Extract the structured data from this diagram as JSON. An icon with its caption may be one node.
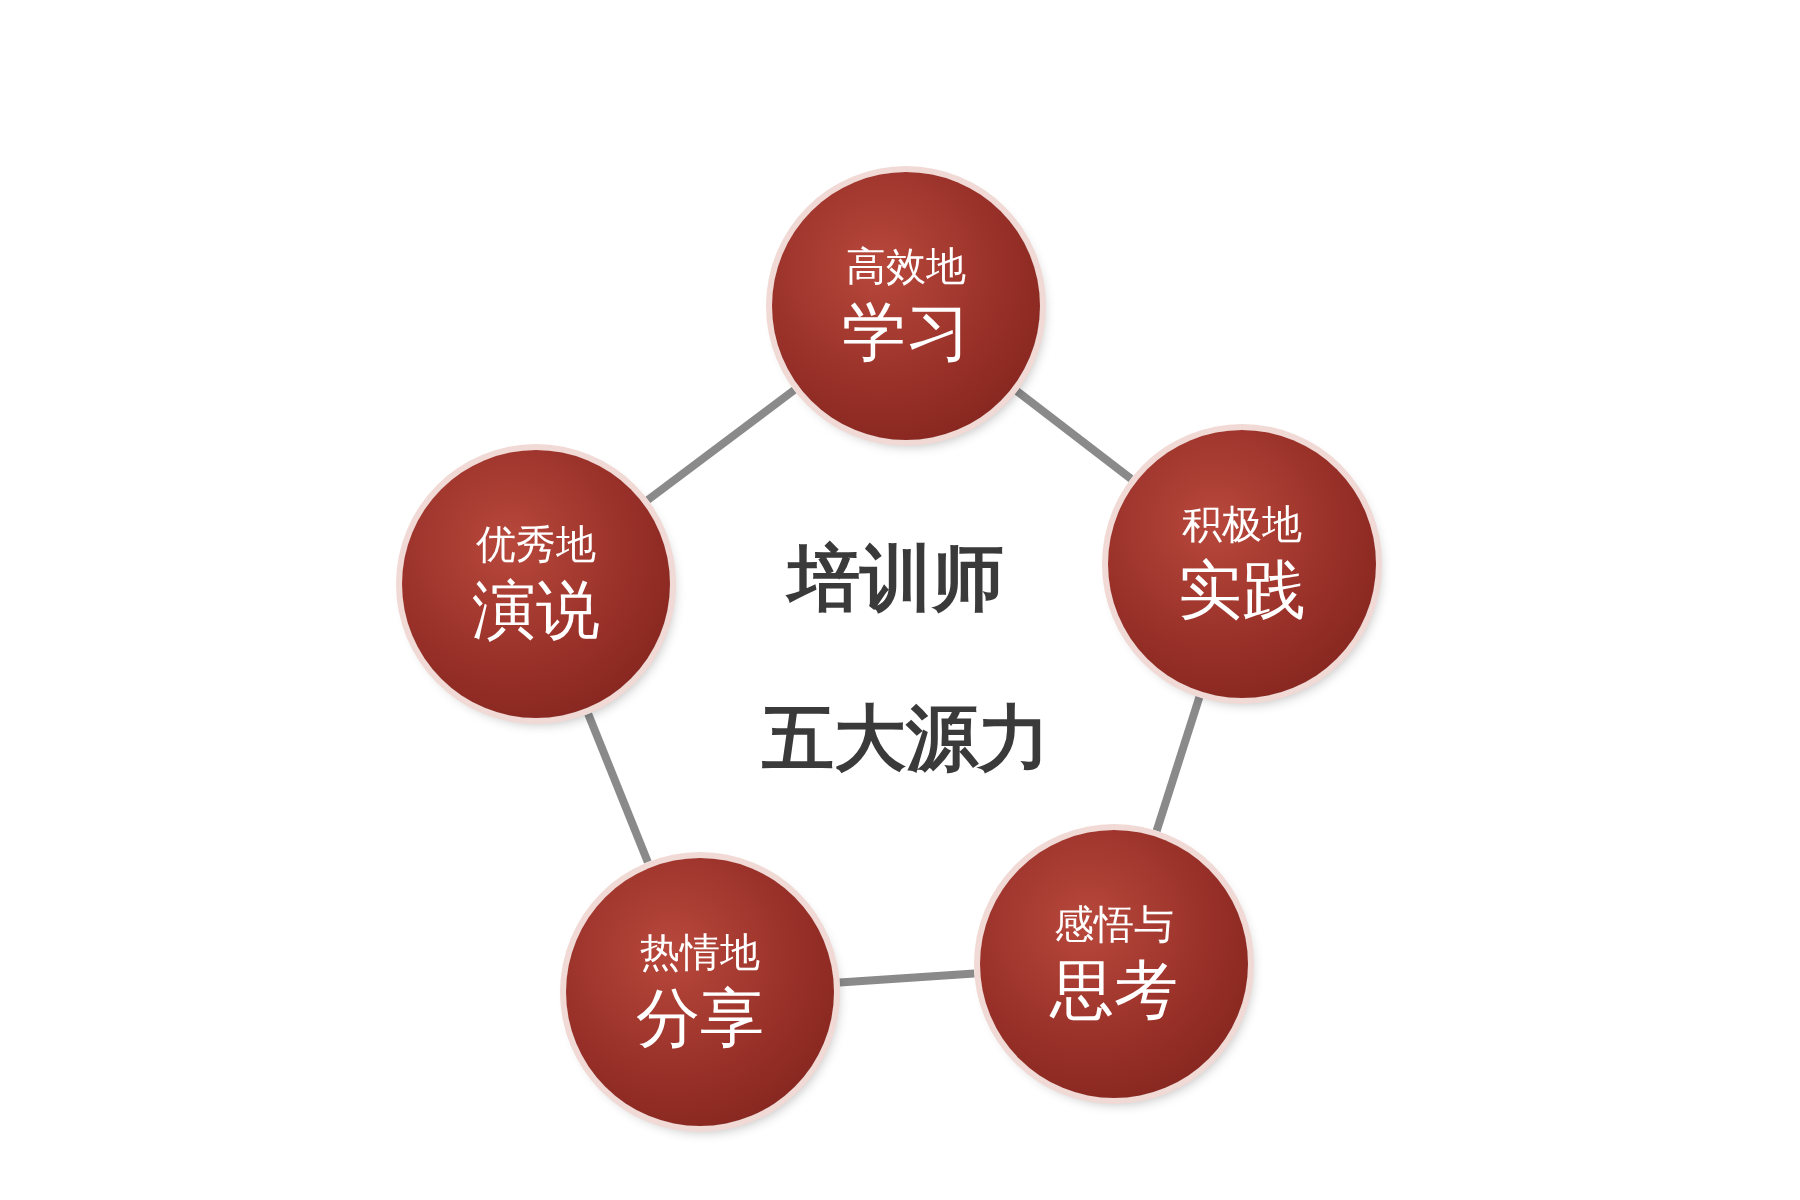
{
  "diagram": {
    "nodes": [
      {
        "text": [
          "高效地",
          "学习"
        ]
      },
      {
        "text": [
          "优秀地",
          "演说"
        ]
      },
      {
        "text": [
          "积极地",
          "实践"
        ]
      },
      {
        "text": [
          "热情地",
          "分享"
        ]
      },
      {
        "text": [
          "感悟与",
          "思考"
        ]
      }
    ],
    "edges": [
      {
        "from": 0,
        "to": 2,
        "arrow": "none"
      },
      {
        "from": 2,
        "to": 4,
        "arrow": "none"
      },
      {
        "from": 4,
        "to": 3,
        "arrow": "none"
      },
      {
        "from": 3,
        "to": 1,
        "arrow": "none"
      },
      {
        "from": 1,
        "to": 0,
        "arrow": "none"
      }
    ],
    "labels": [
      "培训师",
      "五大源力"
    ]
  }
}
